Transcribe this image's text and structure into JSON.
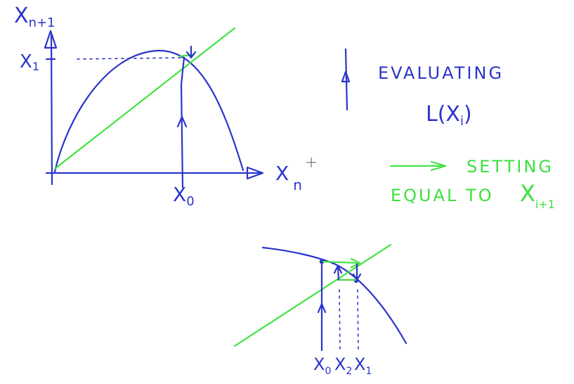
{
  "colors": {
    "ink_blue": "#2a35c9",
    "ink_green": "#42e342",
    "background": "#ffffff"
  },
  "main_plot": {
    "y_axis_label_base": "X",
    "y_axis_label_sub": "n+1",
    "x_axis_label_base": "X",
    "x_axis_label_sub": "n",
    "x1_tick_base": "X",
    "x1_tick_sub": "1",
    "x0_tick_base": "X",
    "x0_tick_sub": "0"
  },
  "legend": {
    "evaluating_label": "EVALUATING",
    "function_label": "L(X",
    "function_sub": "i",
    "function_close": ")",
    "setting_label": "SETTING",
    "equal_label": "EQUAL TO",
    "equal_var_base": "X",
    "equal_var_sub": "i+1"
  },
  "zoom_plot": {
    "x0_base": "X",
    "x0_sub": "0",
    "x2_base": "X",
    "x2_sub": "2",
    "x1_base": "X",
    "x1_sub": "1"
  },
  "icons": [
    "crosshair-cursor-icon"
  ]
}
